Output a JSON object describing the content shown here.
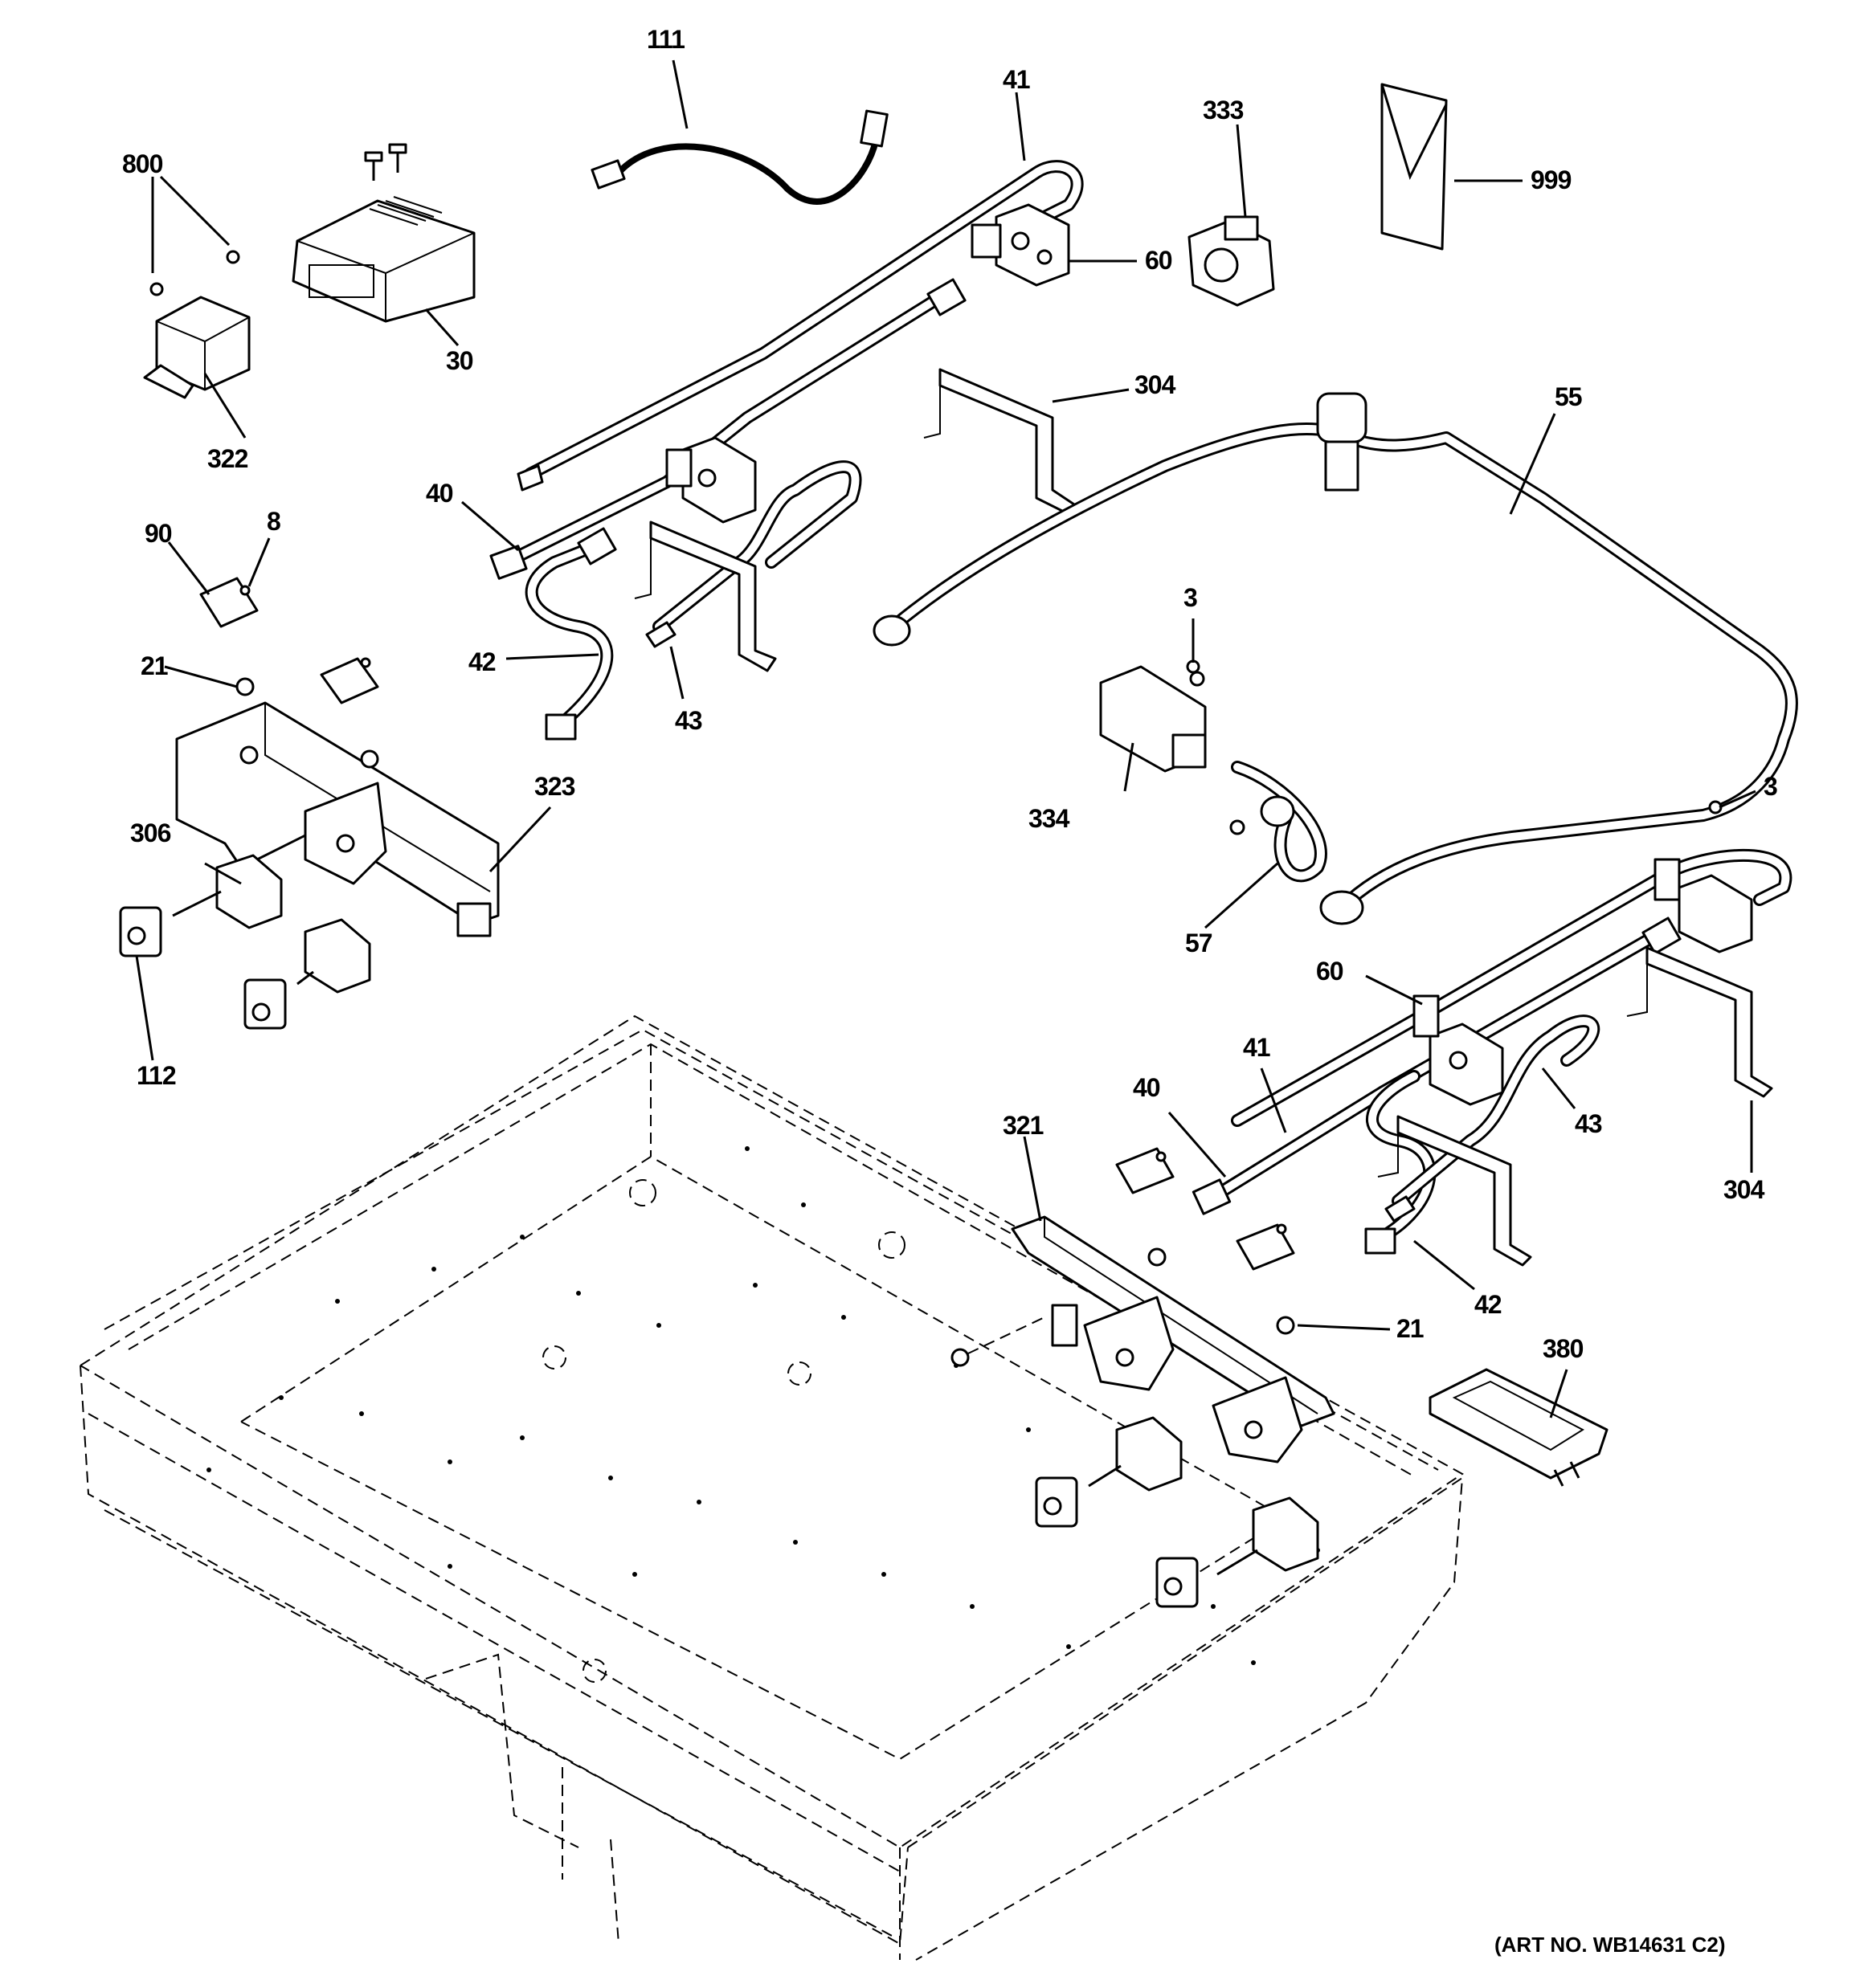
{
  "callouts": {
    "c111": "111",
    "c41a": "41",
    "c333": "333",
    "c999": "999",
    "c800": "800",
    "c60a": "60",
    "c30": "30",
    "c304a": "304",
    "c55": "55",
    "c322": "322",
    "c40a": "40",
    "c90": "90",
    "c8": "8",
    "c3a": "3",
    "c21a": "21",
    "c42a": "42",
    "c43a": "43",
    "c323": "323",
    "c334": "334",
    "c306": "306",
    "c3b": "3",
    "c57": "57",
    "c60b": "60",
    "c112": "112",
    "c41b": "41",
    "c40b": "40",
    "c43b": "43",
    "c321": "321",
    "c304b": "304",
    "c42b": "42",
    "c21b": "21",
    "c380": "380"
  },
  "art_number": "(ART NO. WB14631 C2)"
}
